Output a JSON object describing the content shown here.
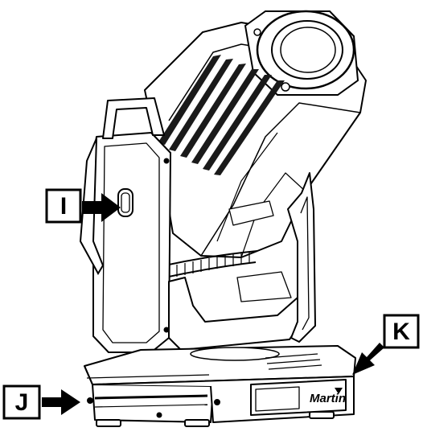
{
  "callouts": {
    "i": {
      "label": "I"
    },
    "j": {
      "label": "J"
    },
    "k": {
      "label": "K"
    }
  },
  "fixture": {
    "brand": "Martin"
  },
  "colors": {
    "line": "#000000",
    "fill": "#ffffff",
    "vent": "#1a1a1a",
    "callout_box": "#ffffff",
    "arrow": "#000000"
  }
}
